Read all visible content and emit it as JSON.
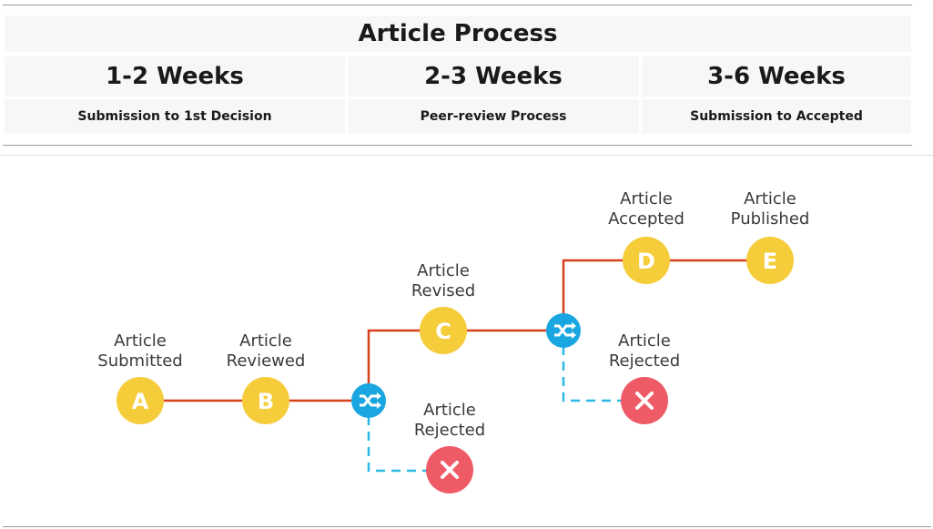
{
  "header": {
    "title": "Article Process"
  },
  "phases": [
    {
      "duration": "1-2 Weeks",
      "description": "Submission to 1st Decision"
    },
    {
      "duration": "2-3 Weeks",
      "description": "Peer-review Process"
    },
    {
      "duration": "3-6 Weeks",
      "description": "Submission to Accepted"
    }
  ],
  "diagram": {
    "nodes": [
      {
        "letter": "A",
        "line1": "Article",
        "line2": "Submitted"
      },
      {
        "letter": "B",
        "line1": "Article",
        "line2": "Reviewed"
      },
      {
        "letter": "C",
        "line1": "Article",
        "line2": "Revised"
      },
      {
        "letter": "D",
        "line1": "Article",
        "line2": "Accepted"
      },
      {
        "letter": "E",
        "line1": "Article",
        "line2": "Published"
      }
    ],
    "rejections": [
      {
        "line1": "Article",
        "line2": "Rejected",
        "icon": "x-icon"
      },
      {
        "line1": "Article",
        "line2": "Rejected",
        "icon": "x-icon"
      }
    ],
    "decision_icon": "shuffle-icon",
    "colors": {
      "node": "#f5cc3a",
      "reject": "#ee5a66",
      "decision": "#1aa6e0",
      "path": "#d8411c",
      "dashed": "#2cb8e6"
    }
  }
}
